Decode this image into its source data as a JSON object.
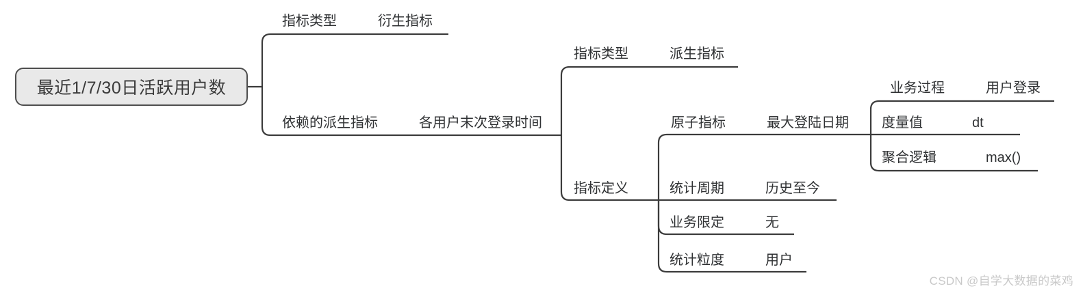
{
  "diagram": {
    "type": "mind-map",
    "title": "",
    "root": {
      "label": "最近1/7/30日活跃用户数"
    },
    "branches": [
      {
        "id": "b1",
        "label": "指标类型",
        "value": "衍生指标"
      },
      {
        "id": "b2",
        "label": "依赖的派生指标",
        "value": "各用户末次登录时间"
      },
      {
        "id": "b3",
        "label": "指标类型",
        "value": "派生指标"
      },
      {
        "id": "b4",
        "label": "原子指标",
        "value": "最大登陆日期"
      },
      {
        "id": "b5",
        "label": "业务过程",
        "value": "用户登录"
      },
      {
        "id": "b6",
        "label": "度量值",
        "value": "dt"
      },
      {
        "id": "b7",
        "label": "聚合逻辑",
        "value": "max()"
      },
      {
        "id": "b8",
        "label": "指标定义",
        "value": ""
      },
      {
        "id": "b9",
        "label": "统计周期",
        "value": "历史至今"
      },
      {
        "id": "b10",
        "label": "业务限定",
        "value": "无"
      },
      {
        "id": "b11",
        "label": "统计粒度",
        "value": "用户"
      }
    ],
    "watermark": "CSDN @自学大数据的菜鸡",
    "colors": {
      "root_fill": "#e9e9e9",
      "root_border": "#4d4d4d",
      "edge": "#3b3b3b",
      "text": "#2f3133",
      "watermark": "#c9c9c9",
      "background": "#ffffff"
    }
  }
}
